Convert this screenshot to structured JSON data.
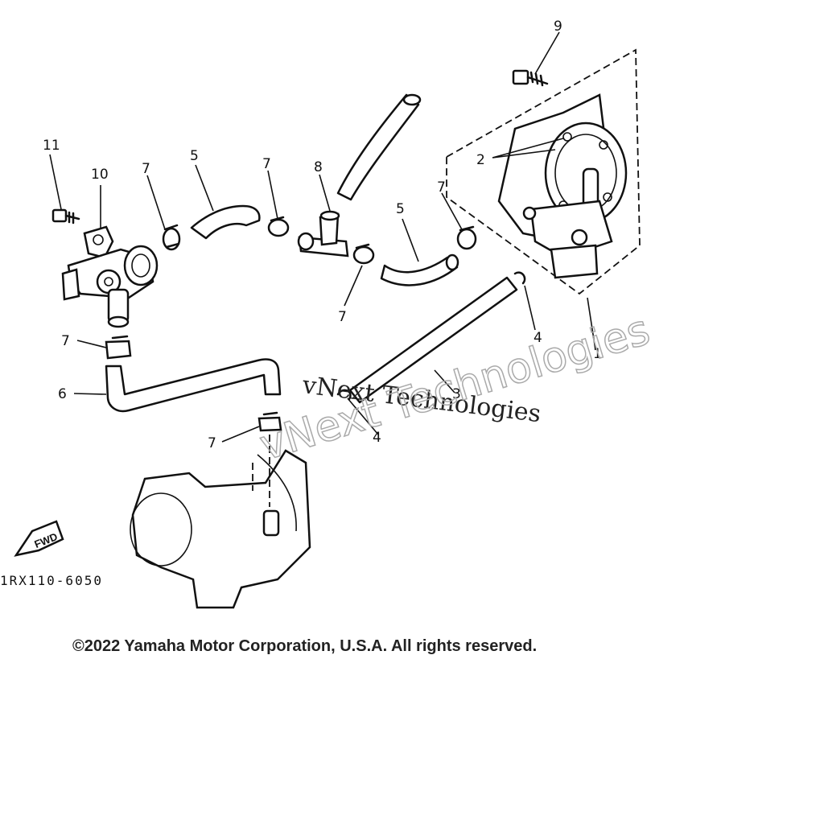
{
  "diagram": {
    "callouts": [
      "1",
      "2",
      "3",
      "4",
      "5",
      "6",
      "7",
      "8",
      "9",
      "10",
      "11"
    ],
    "drawing_code": "1RX110-6050",
    "fwd_label": "FWD",
    "watermark_primary": "vNext Technologies",
    "watermark_outline": "vNext Technologies",
    "copyright": "©2022 Yamaha Motor Corporation, U.S.A. All rights reserved."
  }
}
